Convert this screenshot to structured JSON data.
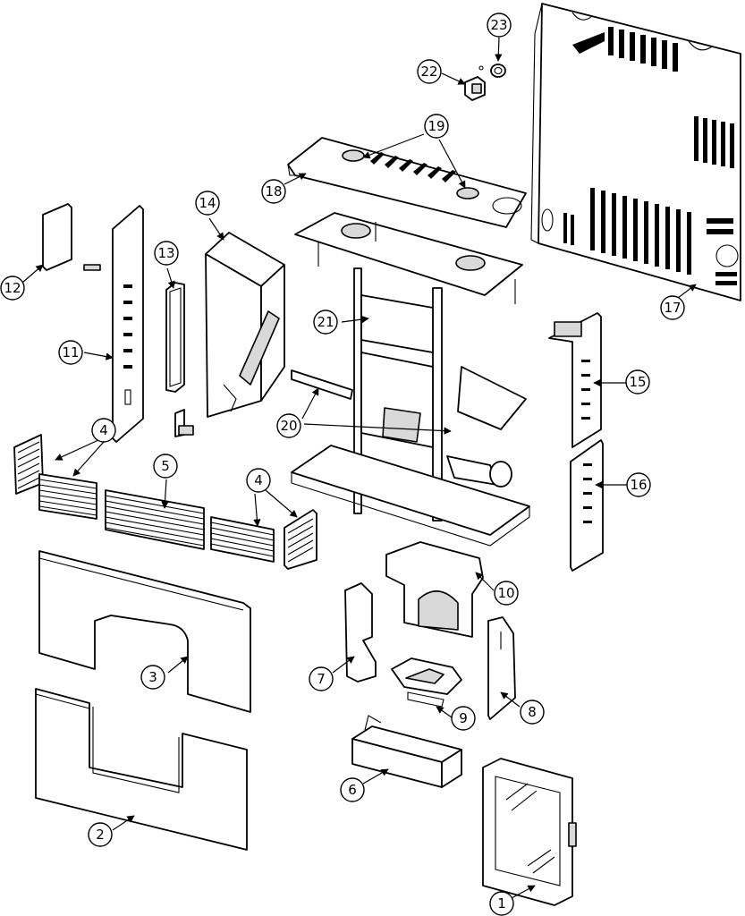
{
  "diagram": {
    "callouts": {
      "c1": "1",
      "c2": "2",
      "c3": "3",
      "c4a": "4",
      "c4b": "4",
      "c5": "5",
      "c6": "6",
      "c7": "7",
      "c8": "8",
      "c9": "9",
      "c10": "10",
      "c11": "11",
      "c12": "12",
      "c13": "13",
      "c14": "14",
      "c15": "15",
      "c16": "16",
      "c17": "17",
      "c18": "18",
      "c19": "19",
      "c20": "20",
      "c21": "21",
      "c22": "22",
      "c23": "23"
    }
  }
}
